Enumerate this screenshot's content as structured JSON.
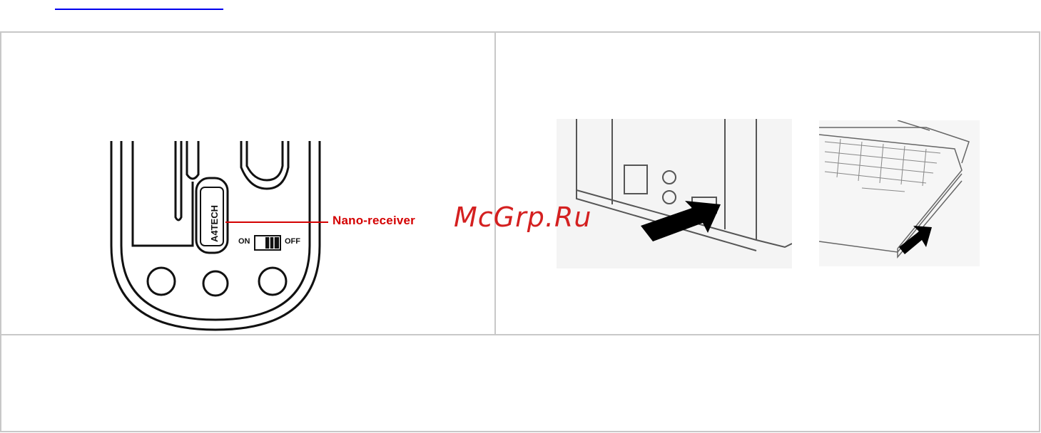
{
  "figure": {
    "receiver_label": "Nano-receiver",
    "switch_on": "ON",
    "switch_off": "OFF",
    "brand_on_receiver": "A4TECH"
  },
  "watermark": "McGrp.Ru",
  "colors": {
    "callout_line": "#d40000",
    "table_border": "#c8c8c8",
    "link_underline": "#0000ee"
  }
}
